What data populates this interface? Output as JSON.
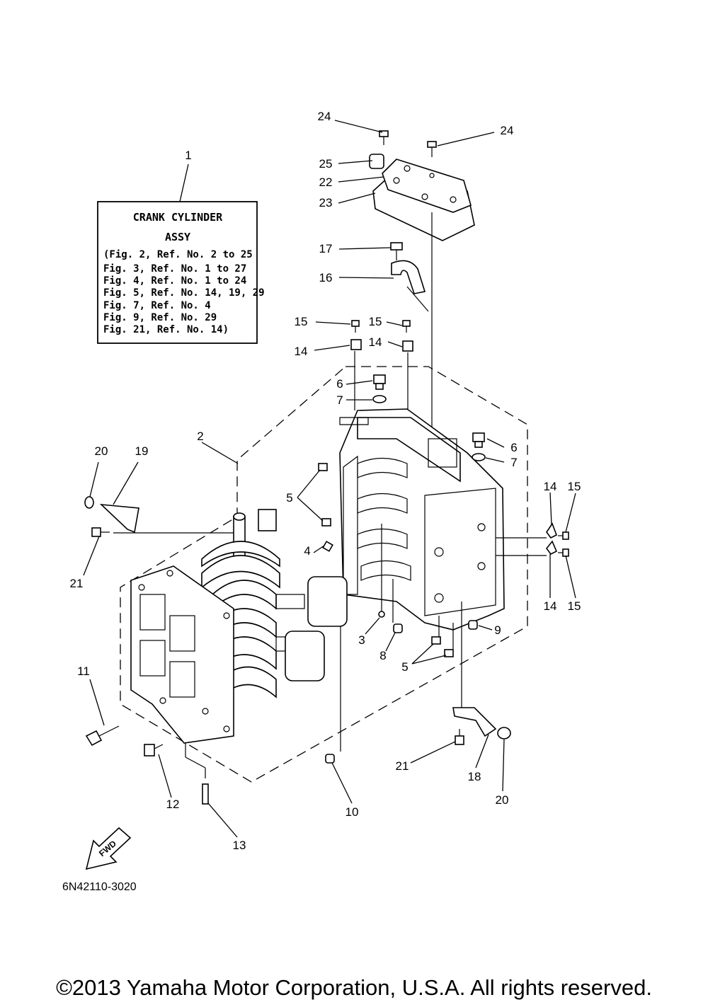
{
  "diagram": {
    "info_box": {
      "title_line1": "CRANK CYLINDER",
      "title_line2": "ASSY",
      "lines": [
        "(Fig. 2, Ref. No. 2 to 25",
        " Fig. 3, Ref. No. 1 to 27",
        " Fig. 4, Ref. No. 1 to 24",
        " Fig. 5, Ref. No. 14, 19, 29",
        " Fig. 7, Ref. No. 4",
        " Fig. 9, Ref. No. 29",
        " Fig. 21, Ref. No. 14)"
      ]
    },
    "callouts": {
      "c1": "1",
      "c2": "2",
      "c3": "3",
      "c4": "4",
      "c5a": "5",
      "c5b": "5",
      "c6a": "6",
      "c6b": "6",
      "c7a": "7",
      "c7b": "7",
      "c8": "8",
      "c9": "9",
      "c10": "10",
      "c11": "11",
      "c12": "12",
      "c13": "13",
      "c14a": "14",
      "c14b": "14",
      "c14c": "14",
      "c14d": "14",
      "c15a": "15",
      "c15b": "15",
      "c15c": "15",
      "c15d": "15",
      "c16": "16",
      "c17": "17",
      "c18": "18",
      "c19": "19",
      "c20a": "20",
      "c20b": "20",
      "c21a": "21",
      "c21b": "21",
      "c22": "22",
      "c23": "23",
      "c24a": "24",
      "c24b": "24",
      "c25": "25"
    },
    "fwd_label": "FWD",
    "diagram_code": "6N42110-3020"
  },
  "footer": {
    "copyright": "©2013 Yamaha Motor Corporation, U.S.A. All rights reserved."
  }
}
